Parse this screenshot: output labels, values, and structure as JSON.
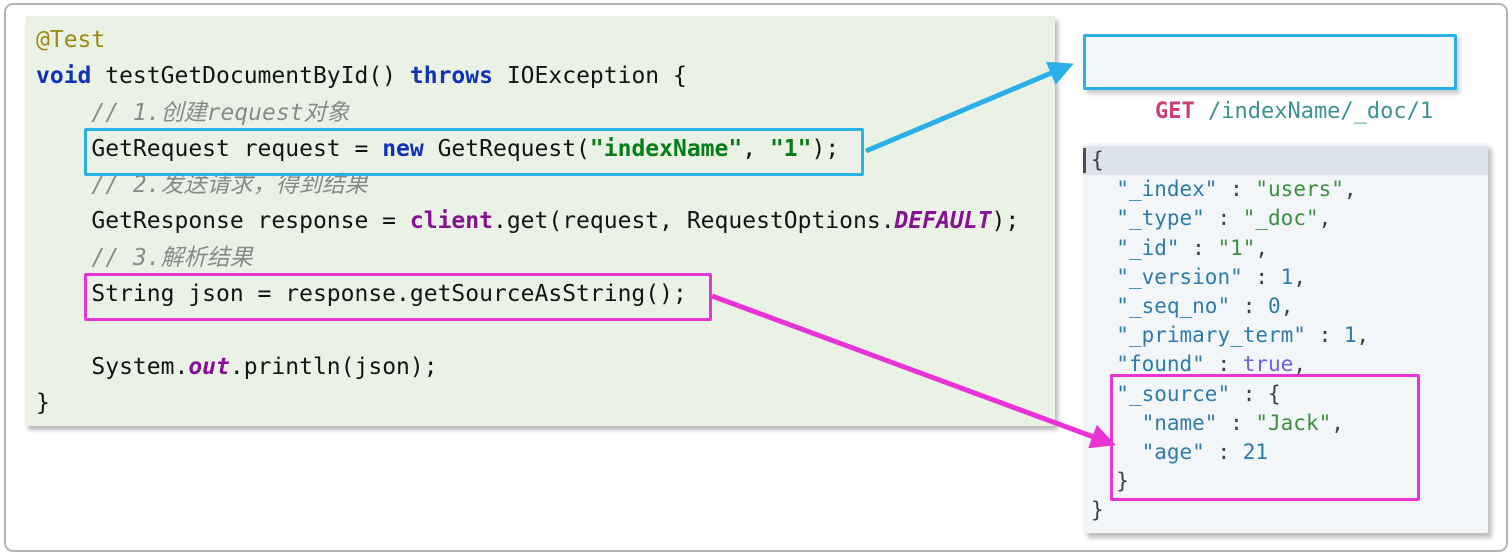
{
  "colors": {
    "cyan": "#2aafe8",
    "magenta": "#e833d6",
    "code_bg": "#eaf2e5",
    "panel_bg": "#f3f6f9",
    "method_pink": "#cb3d79",
    "path_teal": "#3a9492"
  },
  "code_panel": {
    "lines": [
      {
        "tokens": [
          {
            "t": "@Test",
            "c": "ann"
          }
        ]
      },
      {
        "tokens": [
          {
            "t": "void",
            "c": "kw"
          },
          {
            "t": " testGetDocumentById() ",
            "c": "pl"
          },
          {
            "t": "throws",
            "c": "kw"
          },
          {
            "t": " IOException {",
            "c": "pl"
          }
        ]
      },
      {
        "tokens": [
          {
            "t": "    ",
            "c": "pl"
          },
          {
            "t": "// 1.创建request对象",
            "c": "cm"
          }
        ]
      },
      {
        "tokens": [
          {
            "t": "    GetRequest request = ",
            "c": "pl"
          },
          {
            "t": "new",
            "c": "kw"
          },
          {
            "t": " GetRequest(",
            "c": "pl"
          },
          {
            "t": "\"indexName\"",
            "c": "str"
          },
          {
            "t": ", ",
            "c": "pl"
          },
          {
            "t": "\"1\"",
            "c": "str"
          },
          {
            "t": ");",
            "c": "pl"
          }
        ]
      },
      {
        "tokens": [
          {
            "t": "    ",
            "c": "pl"
          },
          {
            "t": "// 2.发送请求，得到结果",
            "c": "cm"
          }
        ]
      },
      {
        "tokens": [
          {
            "t": "    GetResponse response = ",
            "c": "pl"
          },
          {
            "t": "client",
            "c": "fld"
          },
          {
            "t": ".get(request, RequestOptions.",
            "c": "pl"
          },
          {
            "t": "DEFAULT",
            "c": "fldit"
          },
          {
            "t": ");",
            "c": "pl"
          }
        ]
      },
      {
        "tokens": [
          {
            "t": "    ",
            "c": "pl"
          },
          {
            "t": "// 3.解析结果",
            "c": "cm"
          }
        ]
      },
      {
        "tokens": [
          {
            "t": "    String json = response.getSourceAsString();",
            "c": "pl"
          }
        ]
      },
      {
        "tokens": []
      },
      {
        "tokens": [
          {
            "t": "    System.",
            "c": "pl"
          },
          {
            "t": "out",
            "c": "fldit"
          },
          {
            "t": ".println(json);",
            "c": "pl"
          }
        ]
      },
      {
        "tokens": [
          {
            "t": "}",
            "c": "pl"
          }
        ]
      }
    ]
  },
  "request_box": {
    "method": "GET",
    "path": " /indexName/_doc/1"
  },
  "response_panel": {
    "lines": [
      {
        "hl": true,
        "tokens": [
          {
            "t": "{",
            "c": "pc"
          }
        ]
      },
      {
        "tokens": [
          {
            "t": "  ",
            "c": "pc"
          },
          {
            "t": "\"_index\"",
            "c": "key"
          },
          {
            "t": " : ",
            "c": "pc"
          },
          {
            "t": "\"users\"",
            "c": "jstr"
          },
          {
            "t": ",",
            "c": "pc"
          }
        ]
      },
      {
        "tokens": [
          {
            "t": "  ",
            "c": "pc"
          },
          {
            "t": "\"_type\"",
            "c": "key"
          },
          {
            "t": " : ",
            "c": "pc"
          },
          {
            "t": "\"_doc\"",
            "c": "jstr"
          },
          {
            "t": ",",
            "c": "pc"
          }
        ]
      },
      {
        "tokens": [
          {
            "t": "  ",
            "c": "pc"
          },
          {
            "t": "\"_id\"",
            "c": "key"
          },
          {
            "t": " : ",
            "c": "pc"
          },
          {
            "t": "\"1\"",
            "c": "jstr"
          },
          {
            "t": ",",
            "c": "pc"
          }
        ]
      },
      {
        "tokens": [
          {
            "t": "  ",
            "c": "pc"
          },
          {
            "t": "\"_version\"",
            "c": "key"
          },
          {
            "t": " : ",
            "c": "pc"
          },
          {
            "t": "1",
            "c": "num"
          },
          {
            "t": ",",
            "c": "pc"
          }
        ]
      },
      {
        "tokens": [
          {
            "t": "  ",
            "c": "pc"
          },
          {
            "t": "\"_seq_no\"",
            "c": "key"
          },
          {
            "t": " : ",
            "c": "pc"
          },
          {
            "t": "0",
            "c": "num"
          },
          {
            "t": ",",
            "c": "pc"
          }
        ]
      },
      {
        "tokens": [
          {
            "t": "  ",
            "c": "pc"
          },
          {
            "t": "\"_primary_term\"",
            "c": "key"
          },
          {
            "t": " : ",
            "c": "pc"
          },
          {
            "t": "1",
            "c": "num"
          },
          {
            "t": ",",
            "c": "pc"
          }
        ]
      },
      {
        "tokens": [
          {
            "t": "  ",
            "c": "pc"
          },
          {
            "t": "\"found\"",
            "c": "key"
          },
          {
            "t": " : ",
            "c": "pc"
          },
          {
            "t": "true",
            "c": "bool"
          },
          {
            "t": ",",
            "c": "pc"
          }
        ]
      },
      {
        "tokens": [
          {
            "t": "  ",
            "c": "pc"
          },
          {
            "t": "\"_source\"",
            "c": "key"
          },
          {
            "t": " : {",
            "c": "pc"
          }
        ]
      },
      {
        "tokens": [
          {
            "t": "    ",
            "c": "pc"
          },
          {
            "t": "\"name\"",
            "c": "key"
          },
          {
            "t": " : ",
            "c": "pc"
          },
          {
            "t": "\"Jack\"",
            "c": "jstr"
          },
          {
            "t": ",",
            "c": "pc"
          }
        ]
      },
      {
        "tokens": [
          {
            "t": "    ",
            "c": "pc"
          },
          {
            "t": "\"age\"",
            "c": "key"
          },
          {
            "t": " : ",
            "c": "pc"
          },
          {
            "t": "21",
            "c": "num"
          }
        ]
      },
      {
        "tokens": [
          {
            "t": "  }",
            "c": "pc"
          }
        ]
      },
      {
        "tokens": [
          {
            "t": "}",
            "c": "pc"
          }
        ]
      }
    ]
  }
}
